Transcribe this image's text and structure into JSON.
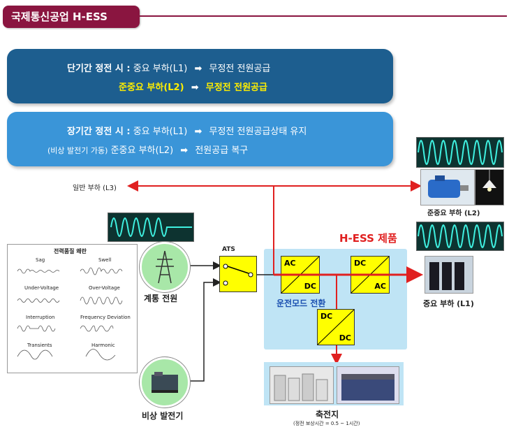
{
  "header": {
    "title": "국제통신공업 H-ESS"
  },
  "info_short": {
    "line1_prefix": "단기간 정전 시 :",
    "line1_load": "중요 부하(L1)",
    "line1_result": "무정전 전원공급",
    "line2_load": "준중요 부하(L2)",
    "line2_result": "무정전 전원공급"
  },
  "info_long": {
    "line1_prefix": "장기간 정전 시 :",
    "line1_load": "중요 부하(L1)",
    "line1_result": "무정전 전원공급상태 유지",
    "line2_note": "(비상 발전기 가동)",
    "line2_load": "준중요 부하(L2)",
    "line2_result": "전원공급 복구"
  },
  "arrow_glyph": "➡",
  "power_quality": {
    "title": "전력품질 왜란",
    "items": [
      "Sag",
      "Swell",
      "Under-Voltage",
      "Over-Voltage",
      "Interruption",
      "Frequency Deviation",
      "Transients",
      "Harmonic"
    ]
  },
  "nodes": {
    "grid": "계통 전원",
    "generator": "비상 발전기",
    "ats": "ATS",
    "general_load": "일반 부하 (L3)",
    "semi_load": "준중요 부하 (L2)",
    "critical_load": "중요 부하 (L1)",
    "battery": "축전지",
    "battery_note": "(정전 보상시간 = 0.5 ~ 1시간)",
    "hess_product": "H-ESS 제품",
    "mode_switch": "운전모드 전환"
  },
  "converters": [
    {
      "top": "AC",
      "bottom": "DC"
    },
    {
      "top": "DC",
      "bottom": "AC"
    },
    {
      "top": "DC",
      "bottom": "DC"
    }
  ],
  "colors": {
    "title_bg": "#8a1540",
    "info_dark": "#1d5e8f",
    "info_light": "#3a95d8",
    "power_line": "#e02020",
    "wave": "#3ff0e0",
    "hess_area": "#bfe4f5",
    "converter": "#ffff00"
  }
}
